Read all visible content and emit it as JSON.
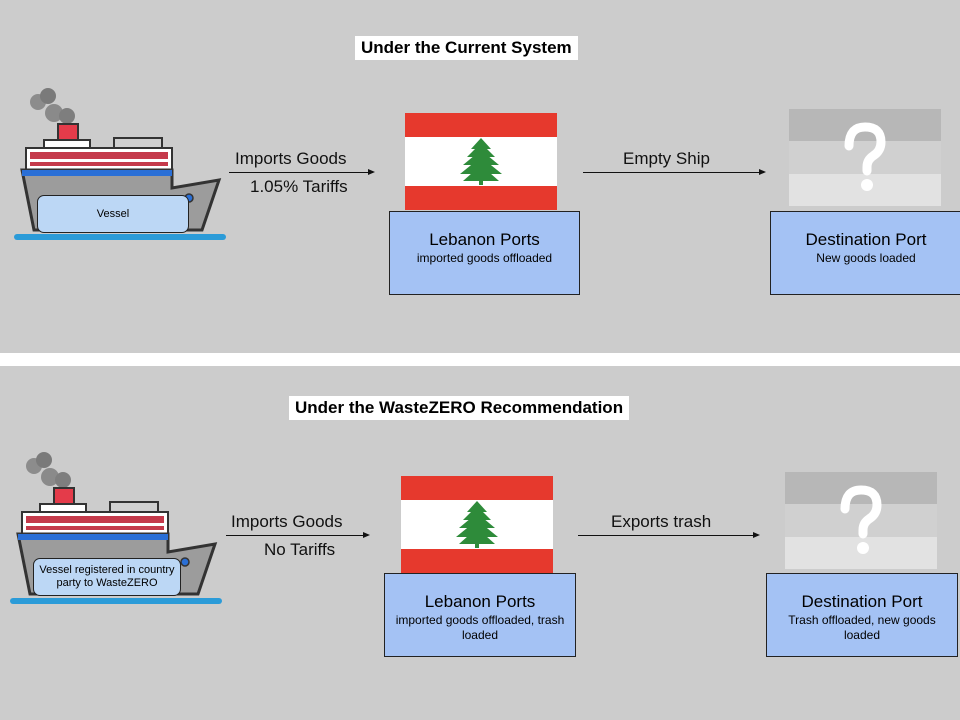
{
  "current": {
    "title": "Under the Current System",
    "vessel_label": "Vessel",
    "arrow1_line1": "Imports Goods",
    "arrow1_line2": "1.05% Tariffs",
    "lebanon_name": "Lebanon Ports",
    "lebanon_sub": "imported goods offloaded",
    "arrow2_text": "Empty Ship",
    "dest_name": "Destination Port",
    "dest_sub": "New goods loaded"
  },
  "wastezero": {
    "title": "Under the WasteZERO Recommendation",
    "vessel_label": "Vessel registered in country party to WasteZERO",
    "arrow1_line1": "Imports Goods",
    "arrow1_line2": "No Tariffs",
    "lebanon_name": "Lebanon Ports",
    "lebanon_sub": "imported goods offloaded, trash loaded",
    "arrow2_text": "Exports trash",
    "dest_name": "Destination Port",
    "dest_sub": "Trash offloaded, new goods loaded"
  },
  "colors": {
    "background": "#cccccc",
    "box_fill": "#a4c2f4",
    "vessel_label_fill": "#bcd7f5",
    "flag_red": "#e6392d",
    "cedar_green": "#2e8b3a",
    "ship_hull": "#9a9a9a",
    "ship_stripe": "#2a6fd6",
    "water": "#2b9bd8"
  },
  "icons": [
    "ship-icon",
    "lebanon-flag-icon",
    "cedar-icon",
    "question-mark-icon",
    "arrow-right-icon"
  ]
}
